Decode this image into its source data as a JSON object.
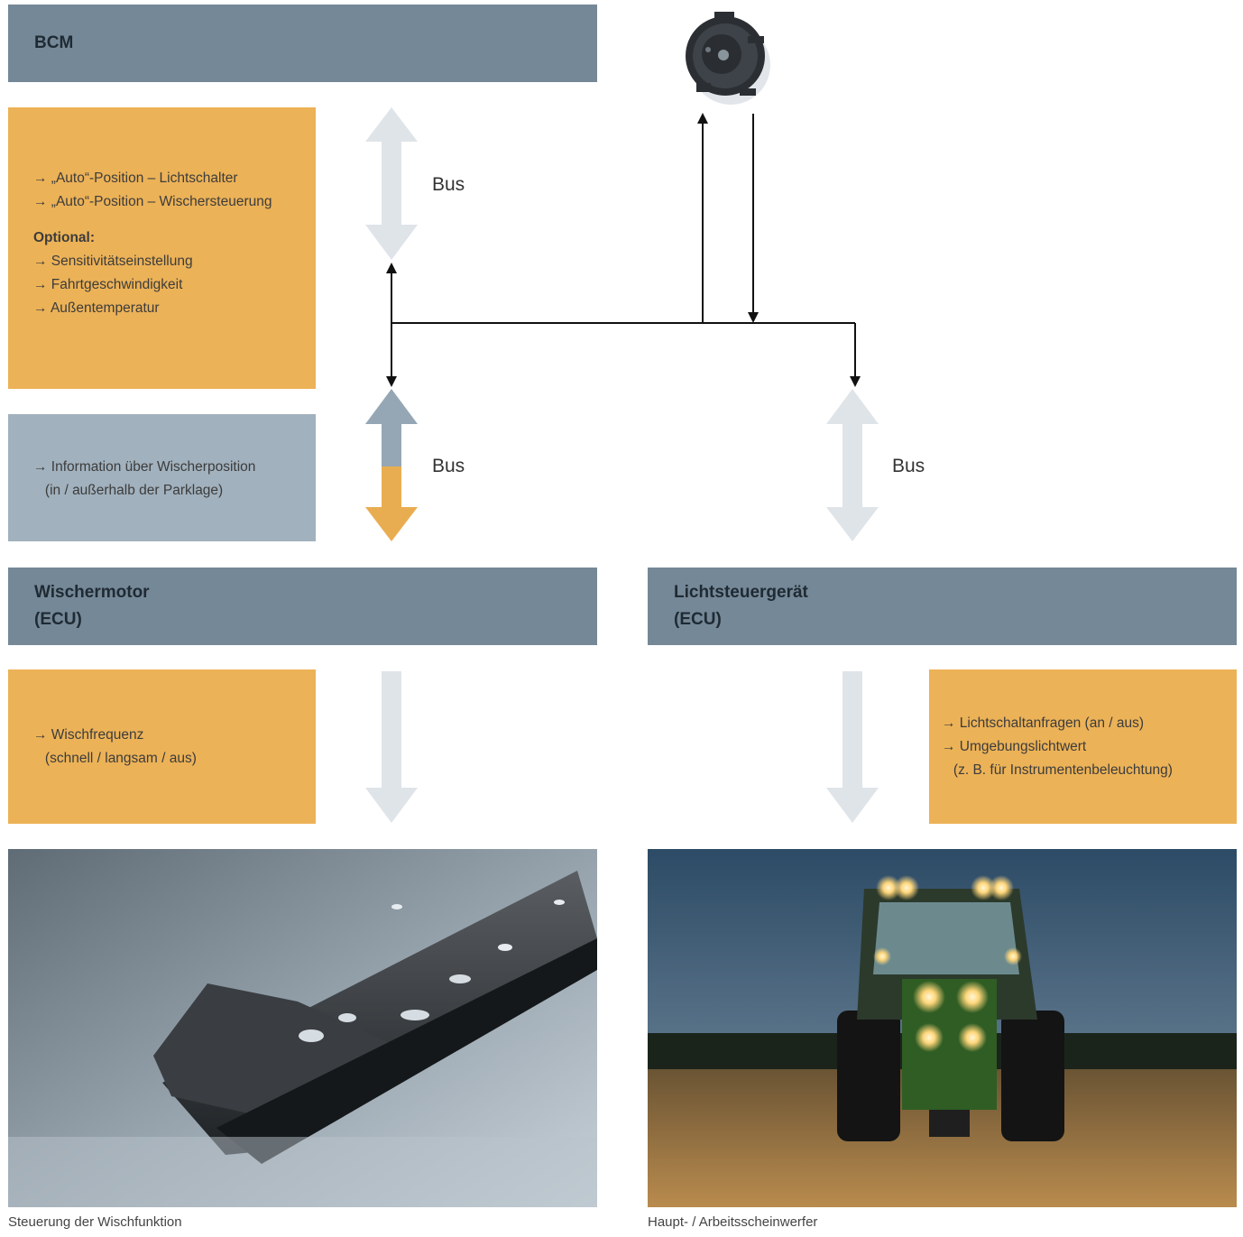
{
  "bcm": {
    "title": "BCM"
  },
  "bcm_inputs": {
    "items": [
      "→ „Auto“-Position – Lichtschalter",
      "→ „Auto“-Position – Wischersteuerung"
    ],
    "optional_label": "Optional:",
    "optional_items": [
      "→ Sensitivitätseinstellung",
      "→ Fahrtgeschwindigkeit",
      "→ Außentemperatur"
    ]
  },
  "wiper_feedback": {
    "lines": [
      "→ Information über Wischerposition",
      "   (in / außerhalb der Parklage)"
    ]
  },
  "bus_labels": {
    "top": "Bus",
    "middle_left": "Bus",
    "middle_right": "Bus"
  },
  "wiper_motor": {
    "title_line1": "Wischermotor",
    "title_line2": "(ECU)"
  },
  "light_ecu": {
    "title_line1": "Lichtsteuergerät",
    "title_line2": "(ECU)"
  },
  "wiper_output": {
    "lines": [
      "→ Wischfrequenz",
      "   (schnell / langsam / aus)"
    ]
  },
  "light_output": {
    "lines": [
      "→ Lichtschaltanfragen (an / aus)",
      "→ Umgebungslichtwert",
      "   (z. B. für Instrumentenbeleuchtung)"
    ]
  },
  "captions": {
    "left": "Steuerung der Wischfunktion",
    "right": "Haupt- / Arbeitsscheinwerfer"
  },
  "colors": {
    "header": "#758897",
    "orange": "#ecb257",
    "blue_grey": "#a1b1bd",
    "arrow_light": "#dfe4e9",
    "arrow_blue": "#95a7b5",
    "arrow_orange": "#e9ad51"
  },
  "icons": {
    "sensor": "rain-light-sensor-icon",
    "wiper_photo": "wiper-blade-photo",
    "tractor_photo": "tractor-headlights-photo"
  }
}
